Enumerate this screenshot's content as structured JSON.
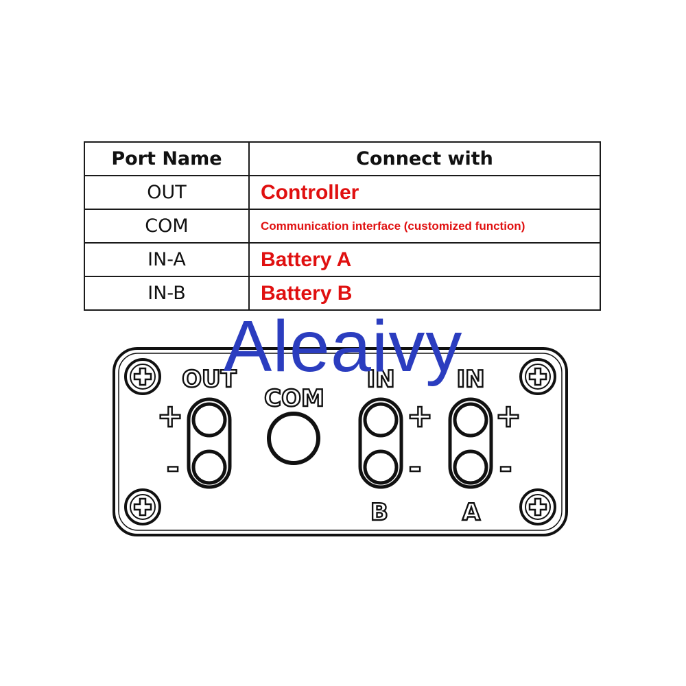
{
  "table": {
    "headers": {
      "port": "Port Name",
      "connect": "Connect with"
    },
    "rows": [
      {
        "port": "OUT",
        "connect": "Controller"
      },
      {
        "port": "COM",
        "connect": "Communication interface (customized function)"
      },
      {
        "port": "IN-A",
        "connect": "Battery A"
      },
      {
        "port": "IN-B",
        "connect": "Battery B"
      }
    ]
  },
  "panel": {
    "out_label": "OUT",
    "com_label": "COM",
    "in_label_1": "IN",
    "in_label_2": "IN",
    "b_label": "B",
    "a_label": "A",
    "plus": "+",
    "minus": "-"
  },
  "watermark": "Aleaivy",
  "colors": {
    "red_text": "#e01010",
    "watermark_blue": "#2b3dbf",
    "line": "#111111"
  }
}
